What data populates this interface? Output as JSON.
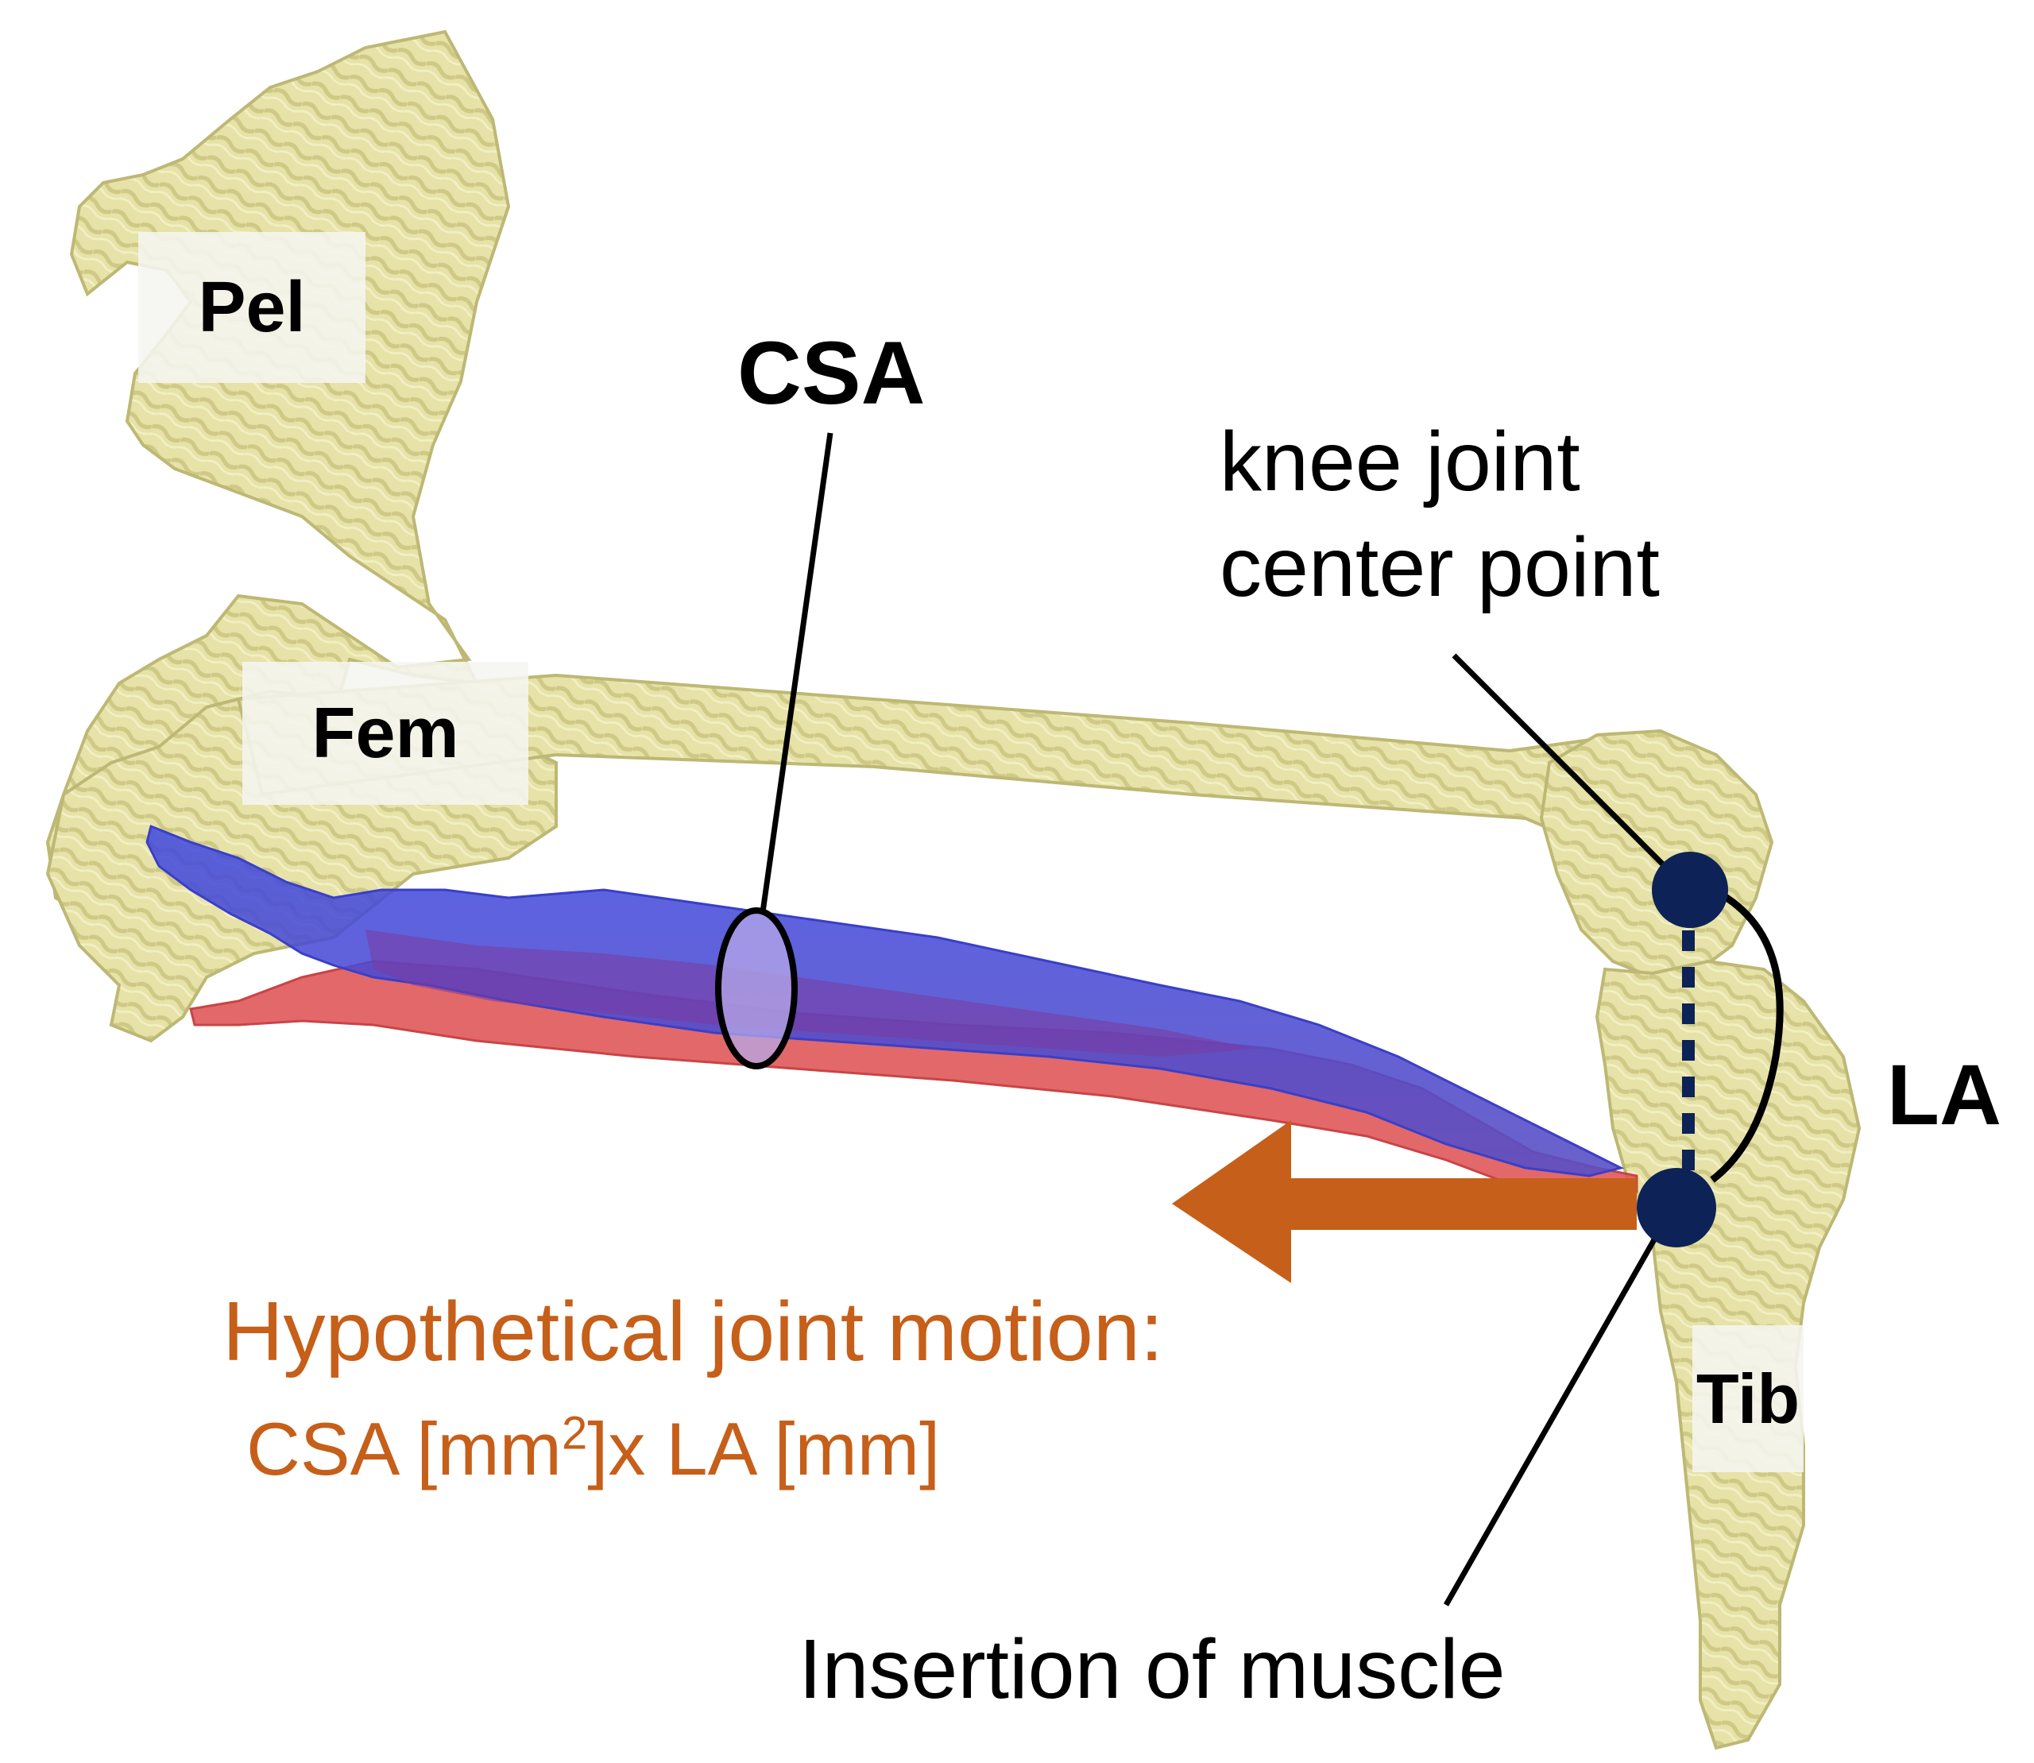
{
  "labels": {
    "pelvis": "Pel",
    "femur": "Fem",
    "tibia": "Tib",
    "csa": "CSA",
    "la": "LA",
    "knee_line1": "knee joint",
    "knee_line2": "center point",
    "insertion": "Insertion of muscle",
    "motion_title": "Hypothetical joint motion:",
    "formula_csa": "CSA [mm",
    "formula_sup": "2",
    "formula_rest": "]x LA [mm]"
  },
  "colors": {
    "bone": "#e6e2a8",
    "bone_shadow": "#c9c47e",
    "muscle_blue": "#4b52d6",
    "muscle_red": "#e0585a",
    "marker": "#0d2257",
    "arrow": "#c65f19",
    "text": "#000000"
  }
}
